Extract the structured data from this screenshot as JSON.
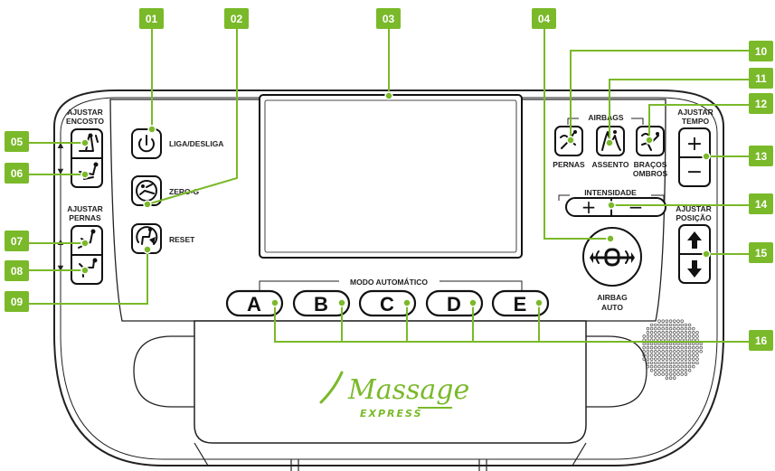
{
  "labels": {
    "ajustar_encosto": [
      "AJUSTAR",
      "ENCOSTO"
    ],
    "ajustar_pernas": [
      "AJUSTAR",
      "PERNAS"
    ],
    "liga_desliga": "LIGA/DESLIGA",
    "zero_g": "ZERO-G",
    "reset": "RESET",
    "modo_automatico": "MODO AUTOMÁTICO",
    "airbags": "AIRBAGS",
    "pernas": "PERNAS",
    "assento": "ASSENTO",
    "bracos_ombros": [
      "BRAÇOS",
      "OMBROS"
    ],
    "ajustar_tempo": [
      "AJUSTAR",
      "TEMPO"
    ],
    "intensidade": "INTENSIDADE",
    "ajustar_posicao": [
      "AJUSTAR",
      "POSIÇÃO"
    ],
    "airbag_auto": [
      "AIRBAG",
      "AUTO"
    ]
  },
  "symbols": {
    "plus": "+",
    "minus": "−",
    "up": "▲",
    "down": "▼"
  },
  "modes": [
    "A",
    "B",
    "C",
    "D",
    "E"
  ],
  "badges": [
    "01",
    "02",
    "03",
    "04",
    "05",
    "06",
    "07",
    "08",
    "09",
    "10",
    "11",
    "12",
    "13",
    "14",
    "15",
    "16"
  ],
  "logo": {
    "main": "Massage",
    "sub": "EXPRESS"
  },
  "colors": {
    "accent": "#7ab929",
    "outline": "#222222",
    "button_stroke": "#111111"
  },
  "icons": [
    "power-icon",
    "zero-g-icon",
    "reset-icon",
    "backrest-up-icon",
    "backrest-down-icon",
    "legs-up-icon",
    "legs-down-icon",
    "airbag-legs-icon",
    "airbag-seat-icon",
    "airbag-arms-icon",
    "airbag-auto-icon",
    "arrow-up-icon",
    "arrow-down-icon"
  ]
}
